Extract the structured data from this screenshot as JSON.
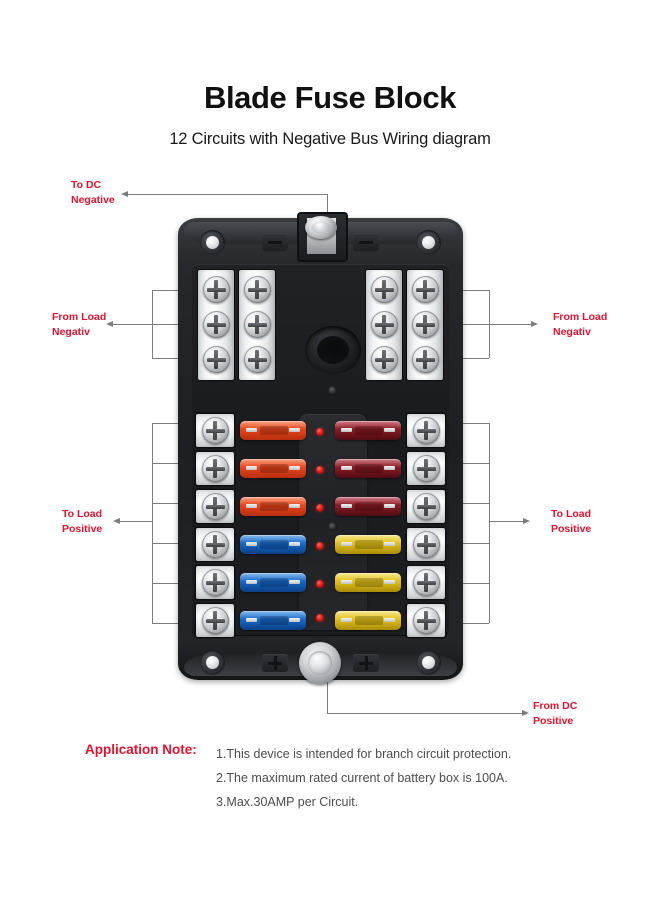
{
  "heading": {
    "title": "Blade Fuse Block",
    "subtitle": "12 Circuits with Negative Bus Wiring diagram"
  },
  "callouts": {
    "to_dc_negative": {
      "line1": "To DC",
      "line2": "Negative"
    },
    "from_load_negative_left": {
      "line1": "From Load",
      "line2": "Negativ"
    },
    "from_load_negative_right": {
      "line1": "From Load",
      "line2": "Negativ"
    },
    "to_load_positive_left": {
      "line1": "To Load",
      "line2": "Positive"
    },
    "to_load_positive_right": {
      "line1": "To Load",
      "line2": "Positive"
    },
    "from_dc_positive": {
      "line1": "From DC",
      "line2": "Positive"
    }
  },
  "application_note": {
    "label": "Application Note:",
    "items": [
      "1.This device is intended for branch circuit protection.",
      "2.The maximum rated current of battery box is 100A.",
      "3.Max.30AMP per Circuit."
    ]
  },
  "device": {
    "circuits": 12,
    "negative_bus_screw_columns": 4,
    "negative_bus_screws_per_column": 3,
    "fuse_rows": 6,
    "colors": {
      "body": "#1d1f22",
      "busbar_metal": "#eef1f2",
      "screw_metal": "#c3c7ca",
      "led_red": "#e21b18",
      "fuse_orange": "#e8441a",
      "fuse_blue": "#1668c8",
      "fuse_darkred": "#8b1a24",
      "fuse_yellow": "#e2c018",
      "callout_red": "#e8112d",
      "leader_line": "#7d7d7d"
    },
    "fuses_left_column": [
      {
        "row": 1,
        "color": "#e8441a",
        "name": "fuse-orange"
      },
      {
        "row": 2,
        "color": "#e8441a",
        "name": "fuse-orange"
      },
      {
        "row": 3,
        "color": "#e8441a",
        "name": "fuse-orange"
      },
      {
        "row": 4,
        "color": "#1668c8",
        "name": "fuse-blue"
      },
      {
        "row": 5,
        "color": "#1668c8",
        "name": "fuse-blue"
      },
      {
        "row": 6,
        "color": "#1668c8",
        "name": "fuse-blue"
      }
    ],
    "fuses_right_column": [
      {
        "row": 1,
        "color": "#8b1a24",
        "name": "fuse-dark-red"
      },
      {
        "row": 2,
        "color": "#8b1a24",
        "name": "fuse-dark-red"
      },
      {
        "row": 3,
        "color": "#8b1a24",
        "name": "fuse-dark-red"
      },
      {
        "row": 4,
        "color": "#e2c018",
        "name": "fuse-yellow"
      },
      {
        "row": 5,
        "color": "#e2c018",
        "name": "fuse-yellow"
      },
      {
        "row": 6,
        "color": "#e2c018",
        "name": "fuse-yellow"
      }
    ]
  }
}
